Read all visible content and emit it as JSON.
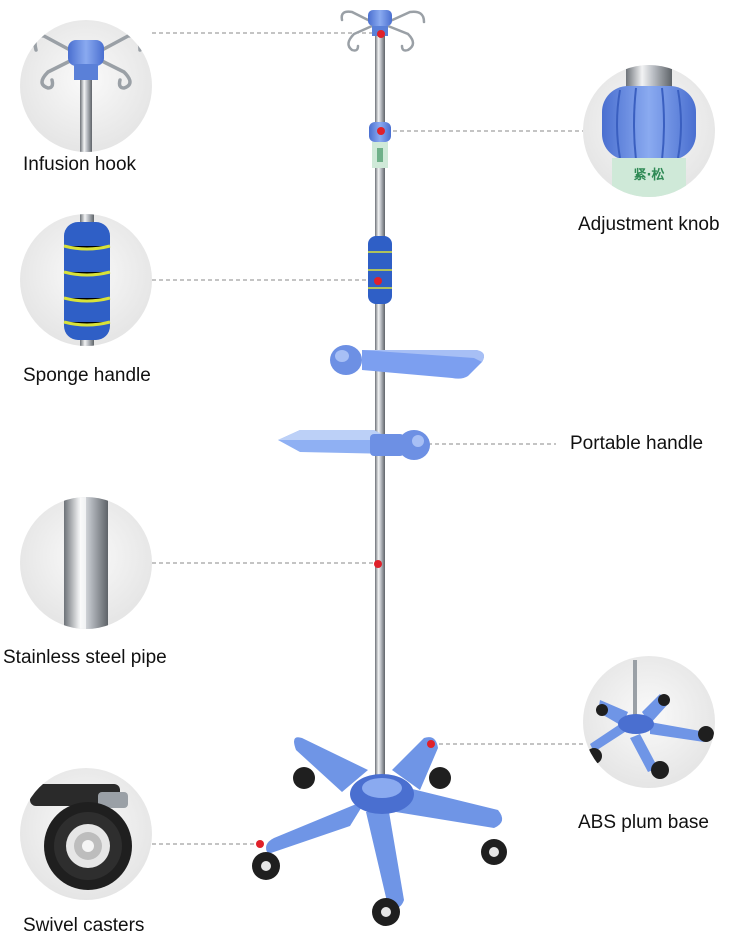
{
  "diagram": {
    "callouts": [
      {
        "id": "infusion-hook",
        "label": "Infusion hook"
      },
      {
        "id": "adjustment-knob",
        "label": "Adjustment knob"
      },
      {
        "id": "sponge-handle",
        "label": "Sponge handle"
      },
      {
        "id": "portable-handle",
        "label": "Portable handle"
      },
      {
        "id": "stainless-steel-pipe",
        "label": "Stainless steel pipe"
      },
      {
        "id": "abs-plum-base",
        "label": "ABS plum base"
      },
      {
        "id": "swivel-casters",
        "label": "Swivel casters"
      }
    ],
    "knob_printed_text": "紧·松"
  },
  "colors": {
    "plastic_blue": "#6f95e6",
    "plastic_blue_dark": "#4a6fd0",
    "sponge_blue": "#2f5fc6",
    "sponge_stripe": "#d8e23a",
    "steel": "#b8bcc2",
    "steel_dark": "#6d7278",
    "chrome_hook": "#9aa0a6",
    "marker_red": "#e0212a",
    "leader": "#8a8a8a",
    "wheel_black": "#1f1f1f",
    "knob_band_green": "#cfe9d8",
    "knob_text_green": "#2f8a55",
    "circle_bg": "#eeeeee"
  }
}
